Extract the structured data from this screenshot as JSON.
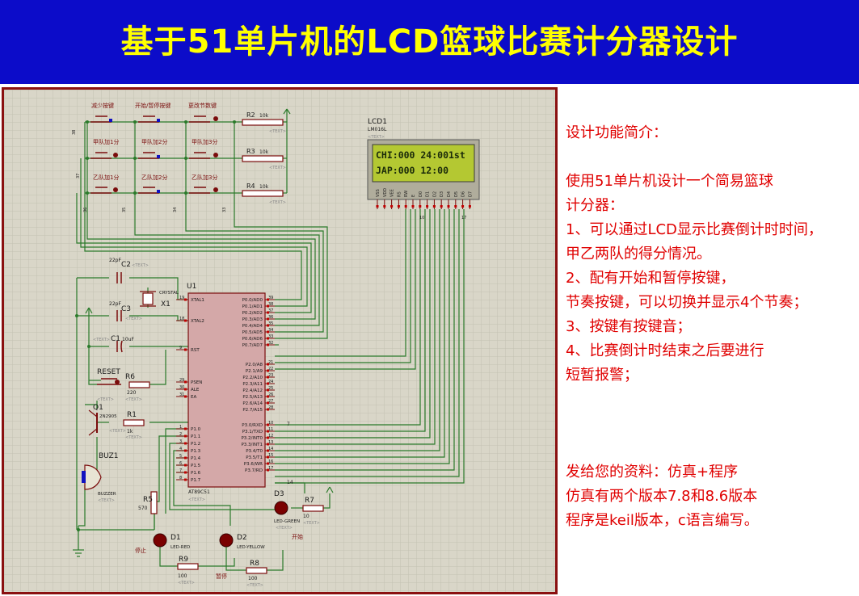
{
  "header": {
    "title": "基于51单片机的LCD篮球比赛计分器设计"
  },
  "description": {
    "heading": "设计功能简介：",
    "intro_1": "使用51单片机设计一个简易篮球",
    "intro_2": "计分器：",
    "f1a": "1、可以通过LCD显示比赛倒计时时间，",
    "f1b": "甲乙两队的得分情况。",
    "f2a": "2、配有开始和暂停按键，",
    "f2b": "节奏按键，可以切换并显示4个节奏；",
    "f3": "3、按键有按键音；",
    "f4a": "4、比赛倒计时结束之后要进行",
    "f4b": "短暂报警；",
    "m1": "发给您的资料：仿真+程序",
    "m2": "仿真有两个版本7.8和8.6版本",
    "m3": "程序是keil版本，c语言编写。"
  },
  "schematic": {
    "colors": {
      "grid_bg": "#d9d6c8",
      "wire": "#2a7a2a",
      "component": "#7a0c0c",
      "lcd_screen": "#b4c832",
      "lcd_text": "#1a2a0a",
      "label_blue": "#1010c0"
    },
    "buttons": {
      "row1": [
        "减少按键",
        "开始/暂停按键",
        "更改节数键"
      ],
      "row2": [
        "甲队加1分",
        "甲队加2分",
        "甲队加3分"
      ],
      "row3": [
        "乙队加1分",
        "乙队加2分",
        "乙队加3分"
      ]
    },
    "resistors": {
      "r2": "R2",
      "r2v": "10k",
      "r3": "R3",
      "r3v": "10k",
      "r4": "R4",
      "r4v": "10k",
      "r6": "R6",
      "r6v": "220",
      "r1": "R1",
      "r1v": "1k",
      "r5": "R5",
      "r5v": "570",
      "r7": "R7",
      "r7v": "10",
      "r8": "R8",
      "r8v": "100",
      "r9": "R9",
      "r9v": "100"
    },
    "text_placeholder": "<TEXT>",
    "lcd": {
      "ref": "LCD1",
      "part": "LM016L",
      "line1": "CHI:000 24:001st",
      "line2": "JAP:000     12:00",
      "pins": [
        "VSS",
        "VDD",
        "VEE",
        "RS",
        "RW",
        "E",
        "D0",
        "D1",
        "D2",
        "D3",
        "D4",
        "D5",
        "D6",
        "D7"
      ],
      "pin_start": "10",
      "pin_end": "17"
    },
    "mcu": {
      "ref": "U1",
      "part": "AT89C51",
      "left_pins": [
        "XTAL1",
        "XTAL2",
        "RST",
        "PSEN",
        "ALE",
        "EA",
        "P1.0",
        "P1.1",
        "P1.2",
        "P1.3",
        "P1.4",
        "P1.5",
        "P1.6",
        "P1.7"
      ],
      "right_p0": [
        "P0.0/AD0",
        "P0.1/AD1",
        "P0.2/AD2",
        "P0.3/AD3",
        "P0.4/AD4",
        "P0.5/AD5",
        "P0.6/AD6",
        "P0.7/AD7"
      ],
      "right_p2": [
        "P2.0/A8",
        "P2.1/A9",
        "P2.2/A10",
        "P2.3/A11",
        "P2.4/A12",
        "P2.5/A13",
        "P2.6/A14",
        "P2.7/A15"
      ],
      "right_p3": [
        "P3.0/RXD",
        "P3.1/TXD",
        "P3.2/INT0",
        "P3.3/INT1",
        "P3.4/T0",
        "P3.5/T1",
        "P3.6/WR",
        "P3.7/RD"
      ],
      "p0_nums": [
        "39",
        "38",
        "37",
        "36",
        "35",
        "34",
        "33",
        "32"
      ],
      "p2_nums": [
        "21",
        "22",
        "23",
        "24",
        "25",
        "26",
        "27",
        "28"
      ],
      "p3_nums": [
        "10",
        "11",
        "12",
        "13",
        "14",
        "15",
        "16",
        "17"
      ],
      "left_nums": [
        "19",
        "18",
        "9",
        "29",
        "30",
        "31",
        "1",
        "2",
        "3",
        "4",
        "5",
        "6",
        "7",
        "8"
      ]
    },
    "caps": {
      "c1": "C1",
      "c1v": "10uF",
      "c2": "C2",
      "c2v": "22pF",
      "c3": "C3",
      "c3v": "22pF"
    },
    "crystal": {
      "ref": "X1",
      "part": "CRYSTAL"
    },
    "reset": "RESET",
    "transistor": {
      "ref": "Q1",
      "part": "2N2905"
    },
    "buzzer": {
      "ref": "BUZ1",
      "part": "BUZZER"
    },
    "leds": {
      "d1": "D1",
      "d1p": "LED-RED",
      "d1l": "停止",
      "d2": "D2",
      "d2p": "LED-YELLOW",
      "d2l": "暂停",
      "d3": "D3",
      "d3p": "LED-GREEN",
      "d3l": "开始"
    },
    "misc_nums": {
      "n7": "7",
      "n14": "14",
      "n38": "38",
      "n37": "37",
      "n36": "36",
      "n35": "35",
      "n34": "34",
      "n33": "33"
    }
  }
}
